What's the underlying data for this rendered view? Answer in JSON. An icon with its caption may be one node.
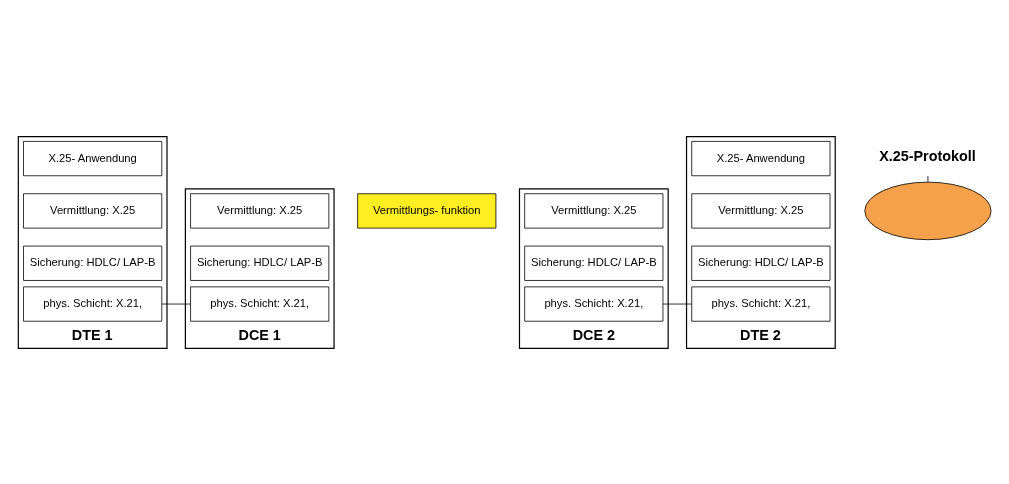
{
  "diagram": {
    "nodes": [
      {
        "text": [
          "DTE 1"
        ]
      },
      {
        "text": [
          "X.25- Anwendung"
        ],
        "in": 0
      },
      {
        "text": [
          "Vermittlung: X.25"
        ],
        "in": 0
      },
      {
        "text": [
          "Sicherung: HDLC/ LAP-B"
        ],
        "in": 0
      },
      {
        "text": [
          "phys. Schicht: X.21,"
        ],
        "in": 0
      },
      {
        "text": [
          "DCE 1"
        ]
      },
      {
        "text": [
          "Vermittlung: X.25"
        ],
        "in": 5
      },
      {
        "text": [
          "Sicherung: HDLC/ LAP-B"
        ],
        "in": 5
      },
      {
        "text": [
          "phys. Schicht: X.21,"
        ],
        "in": 5
      },
      {
        "text": [
          "Vermittlungs- funktion"
        ]
      },
      {
        "text": [
          "DCE 2"
        ]
      },
      {
        "text": [
          "Vermittlung: X.25"
        ],
        "in": 10
      },
      {
        "text": [
          "Sicherung: HDLC/ LAP-B"
        ],
        "in": 10
      },
      {
        "text": [
          "phys. Schicht: X.21,"
        ],
        "in": 10
      },
      {
        "text": [
          "DTE 2"
        ]
      },
      {
        "text": [
          "X.25- Anwendung"
        ],
        "in": 14
      },
      {
        "text": [
          "Vermittlung: X.25"
        ],
        "in": 14
      },
      {
        "text": [
          "Sicherung: HDLC/ LAP-B"
        ],
        "in": 14
      },
      {
        "text": [
          "phys. Schicht: X.21,"
        ],
        "in": 14
      },
      {
        "text": [],
        "shape": "ellipse"
      },
      {
        "text": [
          "X.25-Protokoll"
        ]
      }
    ],
    "edges": [
      {
        "from": 4,
        "to": 8,
        "arrow": "none"
      },
      {
        "from": 13,
        "to": 18,
        "arrow": "none"
      },
      {
        "from": 20,
        "to": 19,
        "arrow": "none"
      }
    ]
  }
}
